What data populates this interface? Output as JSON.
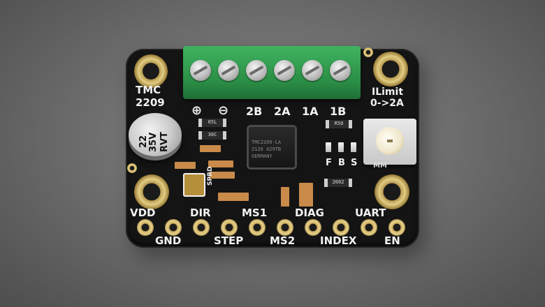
{
  "board": {
    "title_line1": "TMC",
    "title_line2": "2209",
    "ilimit_line1": "ILimit",
    "ilimit_line2": "0->2A",
    "terminal_labels": [
      "⊕",
      "⊖",
      "2B",
      "2A",
      "1A",
      "1B"
    ],
    "led_labels": [
      "F",
      "B",
      "S"
    ],
    "sprd_label": "SPRD",
    "top_pin_labels": [
      "VDD",
      "DIR",
      "MS1",
      "DIAG",
      "UART"
    ],
    "bottom_pin_labels": [
      "GND",
      "STEP",
      "MS2",
      "INDEX",
      "EN"
    ],
    "chip_lines": [
      "TMC2209-LA",
      "2126 A29TB",
      "GERMANY"
    ],
    "capacitor_lines": [
      "22",
      "35V",
      "RVT"
    ],
    "smd_labels": [
      "05L",
      "30C",
      "R50",
      "2002"
    ],
    "pot_marking": "MM"
  },
  "colors": {
    "pcb": "#141414",
    "terminal_green": "#2a8c45",
    "gold": "#c7a85a",
    "silkscreen": "#f2f2f2",
    "background": "#6f6f6f"
  }
}
